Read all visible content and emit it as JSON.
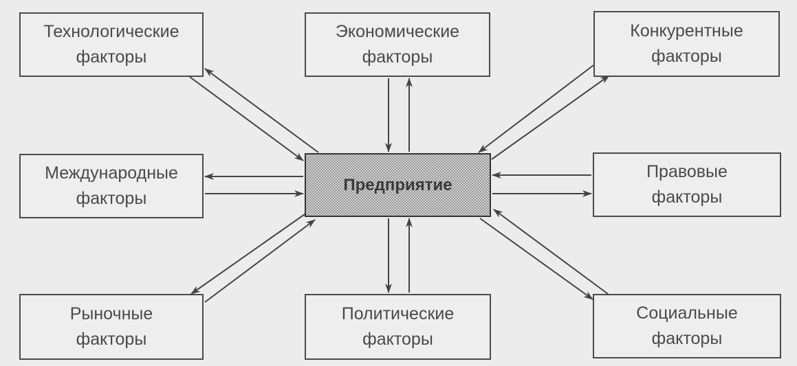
{
  "enterprise": {
    "label": "Предприятие"
  },
  "factors": {
    "technological": {
      "line1": "Технологические",
      "line2": "факторы"
    },
    "economic": {
      "line1": "Экономические",
      "line2": "факторы"
    },
    "competitive": {
      "line1": "Конкурентные",
      "line2": "факторы"
    },
    "international": {
      "line1": "Международные",
      "line2": "факторы"
    },
    "legal": {
      "line1": "Правовые",
      "line2": "факторы"
    },
    "market": {
      "line1": "Рыночные",
      "line2": "факторы"
    },
    "political": {
      "line1": "Политические",
      "line2": "факторы"
    },
    "social": {
      "line1": "Социальные",
      "line2": "факторы"
    }
  },
  "colors": {
    "line": "#444444",
    "box_border": "#4a4a4a",
    "background": "#ececec"
  }
}
